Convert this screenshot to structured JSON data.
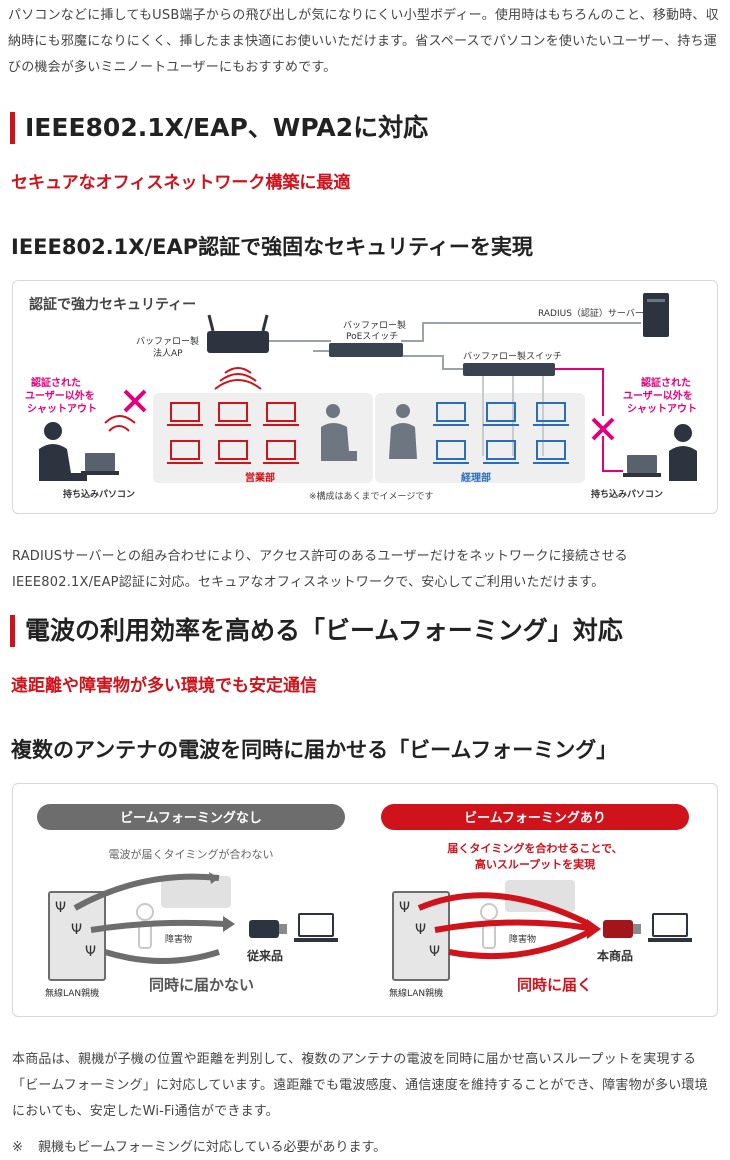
{
  "intro": "パソコンなどに挿してもUSB端子からの飛び出しが気になりにくい小型ボディー。使用時はもちろんのこと、移動時、収納時にも邪魔になりにくく、挿したまま快適にお使いいただけます。省スペースでパソコンを使いたいユーザー、持ち運びの機会が多いミニノートユーザーにもおすすめです。",
  "security": {
    "title": "IEEE802.1X/EAP、WPA2に対応",
    "lead": "セキュアなオフィスネットワーク構築に最適",
    "heading": "IEEE802.1X/EAP認証で強固なセキュリティーを実現",
    "body": "RADIUSサーバーとの組み合わせにより、アクセス許可のあるユーザーだけをネットワークに接続させるIEEE802.1X/EAP認証に対応。セキュアなオフィスネットワークで、安心してご利用いただけます。",
    "diagram": {
      "title": "認証で強力セキュリティー",
      "radius_server": "RADIUS（認証）サーバー",
      "poe_switch_line1": "バッファロー製",
      "poe_switch_line2": "PoEスイッチ",
      "ap_line1": "バッファロー製",
      "ap_line2": "法人AP",
      "switch": "バッファロー製スイッチ",
      "left_shutout_line1": "認証された",
      "left_shutout_line2": "ユーザー以外を",
      "left_shutout_line3": "シャットアウト",
      "right_shutout_line1": "認証された",
      "right_shutout_line2": "ユーザー以外を",
      "right_shutout_line3": "シャットアウト",
      "sales_dept": "営業部",
      "accounting_dept": "経理部",
      "left_pc": "持ち込みパソコン",
      "right_pc": "持ち込みパソコン",
      "note": "※構成はあくまでイメージです"
    }
  },
  "beam": {
    "title": "電波の利用効率を高める「ビームフォーミング」対応",
    "lead": "遠距離や障害物が多い環境でも安定通信",
    "heading": "複数のアンテナの電波を同時に届かせる「ビームフォーミング」",
    "body": "本商品は、親機が子機の位置や距離を判別して、複数のアンテナの電波を同時に届かせ高いスループットを実現する「ビームフォーミング」に対応しています。遠距離でも電波感度、通信速度を維持することができ、障害物が多い環境においても、安定したWi-Fi通信ができます。",
    "note_mark": "※",
    "note": "親機もビームフォーミングに対応している必要があります。",
    "diagram": {
      "without_label": "ビームフォーミングなし",
      "without_caption": "電波が届くタイミングが合わない",
      "without_result": "同時に届かない",
      "conventional": "従来品",
      "obstacle_left": "障害物",
      "router_left": "無線LAN親機",
      "with_label": "ビームフォーミングあり",
      "with_caption_line1": "届くタイミングを合わせることで、",
      "with_caption_line2": "高いスループットを実現",
      "with_result": "同時に届く",
      "this_product": "本商品",
      "obstacle_right": "障害物",
      "router_right": "無線LAN親機",
      "colors": {
        "red": "#d0121b",
        "gray": "#6d6d6d",
        "blue": "#2a6ebb"
      }
    }
  }
}
